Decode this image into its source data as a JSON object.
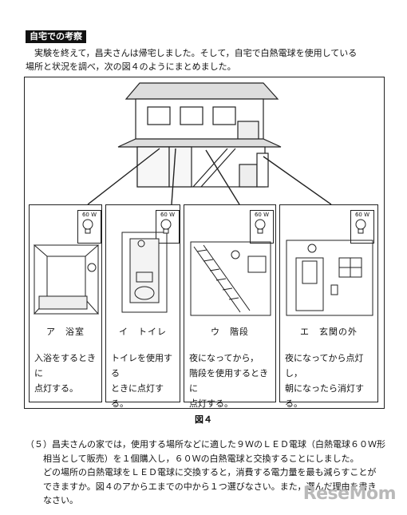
{
  "heading": "自宅での考察",
  "intro": {
    "line1": "　実験を終えて，昌夫さんは帰宅しました。そして，自宅で白熱電球を使用している",
    "line2": "場所と状況を調べ，次の図４のようにまとめました。"
  },
  "figure": {
    "caption": "図４",
    "panels": [
      {
        "label": "ア　浴室",
        "watt": "60 W",
        "desc": [
          "入浴をするときに",
          "点灯する。"
        ]
      },
      {
        "label": "イ　トイレ",
        "watt": "60 W",
        "desc": [
          "トイレを使用する",
          "ときに点灯する。"
        ]
      },
      {
        "label": "ウ　階段",
        "watt": "60 W",
        "desc": [
          "夜になってから，",
          "階段を使用するときに",
          "点灯する。"
        ]
      },
      {
        "label": "エ　玄関の外",
        "watt": "60 W",
        "desc": [
          "夜になってから点灯し，",
          "朝になったら消灯する。"
        ]
      }
    ]
  },
  "question": {
    "line1": "（５）昌夫さんの家では，使用する場所などに適した９ＷのＬＥＤ電球（白熱電球６０Ｗ形",
    "line2": "相当として販売）を１個購入し，６０Ｗの白熱電球と交換することにしました。",
    "line3": "どの場所の白熱電球をＬＥＤ電球に交換すると，消費する電力量を最も減らすことが",
    "line4": "できますか。図４のアからエまでの中から１つ選びなさい。また，選んだ理由を書き",
    "line5": "なさい。"
  },
  "watermark": "ReseMom"
}
